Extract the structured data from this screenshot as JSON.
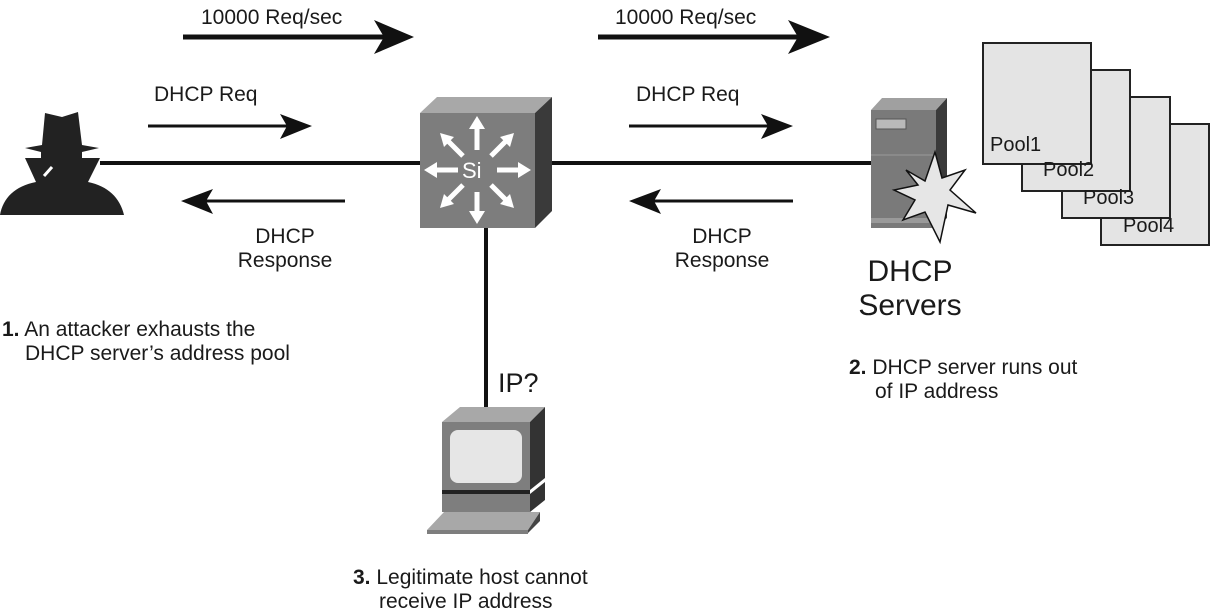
{
  "top_flows": [
    {
      "label": "10000 Req/sec"
    },
    {
      "label": "10000 Req/sec"
    }
  ],
  "attacker_side": {
    "request_label": "DHCP Req",
    "response_label_line1": "DHCP",
    "response_label_line2": "Response"
  },
  "server_side": {
    "request_label": "DHCP Req",
    "response_label_line1": "DHCP",
    "response_label_line2": "Response"
  },
  "switch": {
    "label": "Si"
  },
  "server": {
    "label_line1": "DHCP",
    "label_line2": "Servers"
  },
  "pools": [
    "Pool1",
    "Pool2",
    "Pool3",
    "Pool4"
  ],
  "host": {
    "label": "IP?"
  },
  "steps": [
    {
      "number": "1.",
      "line1": "An attacker exhausts the",
      "line2": "DHCP server’s address pool"
    },
    {
      "number": "2.",
      "line1": "DHCP server runs out",
      "line2": "of IP address"
    },
    {
      "number": "3.",
      "line1": "Legitimate host cannot",
      "line2": "receive IP address"
    }
  ]
}
